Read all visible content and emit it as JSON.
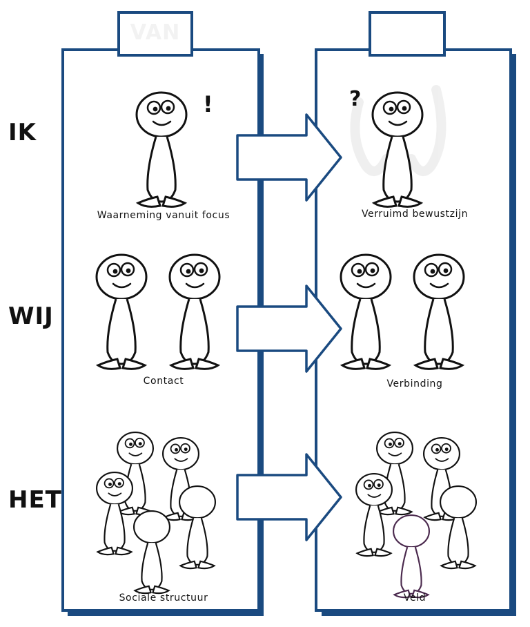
{
  "columns": {
    "from": {
      "tab_label": "VAN"
    },
    "to": {
      "tab_label": ""
    }
  },
  "rows": [
    {
      "label": "IK",
      "from_caption": "Waarneming vanuit focus",
      "to_caption": "Verruimd bewustzijn"
    },
    {
      "label": "WIJ",
      "from_caption": "Contact",
      "to_caption": "Verbinding"
    },
    {
      "label": "HET",
      "from_caption": "Sociale structuur",
      "to_caption": "Veld"
    }
  ],
  "marks": {
    "exclamation": "!",
    "question": "?"
  },
  "colors": {
    "frame": "#1a4a80",
    "stroke": "#111111",
    "highlight_figure": "#4b2a4e",
    "tab_text": "#f2f2f2"
  }
}
